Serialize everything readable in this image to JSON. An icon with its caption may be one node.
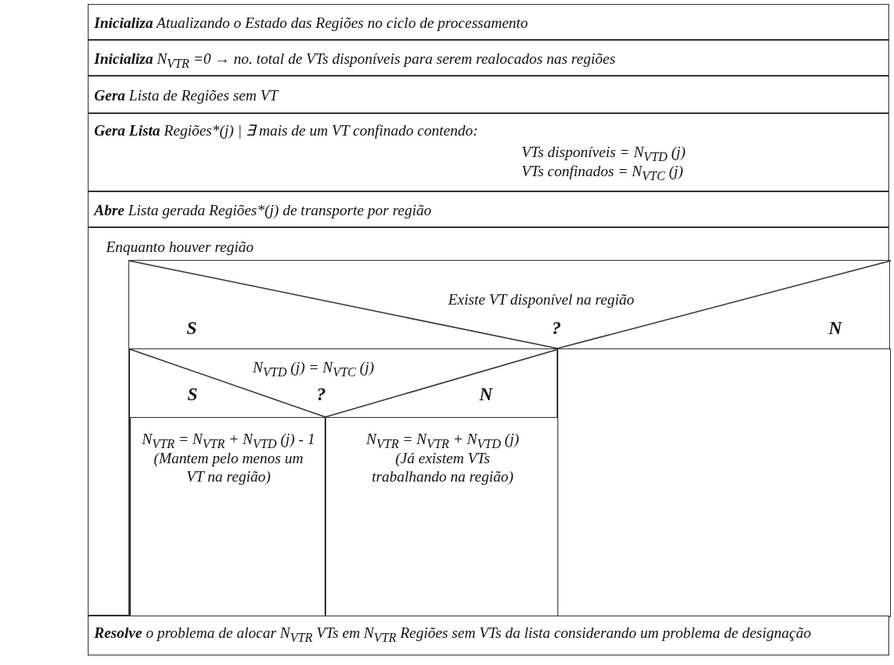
{
  "diagram": {
    "nodes": [
      {
        "text": [
          "**Inicializa** Atualizando o Estado das Regiões no ciclo de processamento"
        ]
      },
      {
        "text": [
          "**Inicializa** N$_{VTR}$ =0 → no. total de VTs disponíveis para serem realocados nas regiões"
        ]
      },
      {
        "text": [
          "**Gera** Lista de Regiões sem VT"
        ]
      },
      {
        "text": [
          "**Gera Lista** Regiões*(j) | ∃ mais de um VT confinado contendo:",
          "VTs disponíveis = N$_{VTD}$ (j)",
          "VTs confinados = N$_{VTC}$ (j)"
        ]
      },
      {
        "text": [
          "**Abre** Lista gerada Regiões*(j) de transporte por região"
        ]
      },
      {
        "text": [
          "Enquanto houver região"
        ]
      },
      {
        "text": [
          "Existe VT disponível na região",
          "S",
          "?",
          "N"
        ],
        "in": 5
      },
      {
        "text": [
          "N$_{VTD}$ (j) = N$_{VTC}$ (j)",
          "S",
          "?",
          "N"
        ],
        "in": 6
      },
      {
        "text": [
          "N$_{VTR}$ = N$_{VTR}$ + N$_{VTD}$ (j) - 1",
          "(Mantem pelo menos um VT na região)"
        ],
        "in": 7
      },
      {
        "text": [
          "N$_{VTR}$ = N$_{VTR}$ + N$_{VTD}$ (j)",
          "(Já existem VTs trabalhando na região)"
        ],
        "in": 7
      },
      {
        "text": [],
        "shape": "box",
        "in": 6
      },
      {
        "text": [
          "**Resolve** o problema de alocar N$_{VTR}$ VTs em N$_{VTR}$ Regiões sem VTs da lista considerando um problema de designação"
        ]
      }
    ]
  }
}
